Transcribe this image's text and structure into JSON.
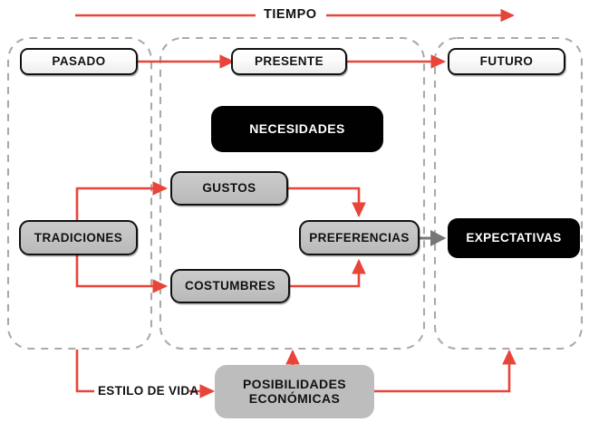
{
  "diagram": {
    "title_axis": "TIEMPO",
    "colors": {
      "arrow_red": "#e8443a",
      "arrow_gray": "#777777",
      "container_dash": "#aaaaaa",
      "box_gray": "#c3c3c3",
      "box_black": "#010101",
      "text_dark": "#111111",
      "text_light": "#ffffff"
    },
    "phases": [
      {
        "id": "pasado",
        "label": "PASADO"
      },
      {
        "id": "presente",
        "label": "PRESENTE"
      },
      {
        "id": "futuro",
        "label": "FUTURO"
      }
    ],
    "nodes": [
      {
        "id": "necesidades",
        "label": "NECESIDADES",
        "style": "black"
      },
      {
        "id": "gustos",
        "label": "GUSTOS",
        "style": "gray"
      },
      {
        "id": "tradiciones",
        "label": "TRADICIONES",
        "style": "gray"
      },
      {
        "id": "costumbres",
        "label": "COSTUMBRES",
        "style": "gray"
      },
      {
        "id": "preferencias",
        "label": "PREFERENCIAS",
        "style": "gray"
      },
      {
        "id": "expectativas",
        "label": "EXPECTATIVAS",
        "style": "black"
      },
      {
        "id": "posibilidades",
        "label_line1": "POSIBILIDADES",
        "label_line2": "ECONÓMICAS",
        "style": "gray-plain"
      }
    ],
    "annotations": [
      {
        "id": "estilo-de-vida",
        "label": "ESTILO DE VIDA"
      }
    ],
    "edges": [
      {
        "from": "pasado",
        "to": "presente",
        "color": "red"
      },
      {
        "from": "presente",
        "to": "futuro",
        "color": "red"
      },
      {
        "from": "tradiciones",
        "to": "gustos",
        "color": "red"
      },
      {
        "from": "tradiciones",
        "to": "costumbres",
        "color": "red"
      },
      {
        "from": "gustos",
        "to": "preferencias",
        "color": "red"
      },
      {
        "from": "costumbres",
        "to": "preferencias",
        "color": "red"
      },
      {
        "from": "preferencias",
        "to": "expectativas",
        "color": "gray"
      },
      {
        "from": "estilo-de-vida",
        "to": "posibilidades",
        "color": "red"
      },
      {
        "from": "posibilidades",
        "to": "presente-zone",
        "color": "red"
      },
      {
        "from": "posibilidades",
        "to": "futuro-zone",
        "color": "red"
      }
    ]
  }
}
